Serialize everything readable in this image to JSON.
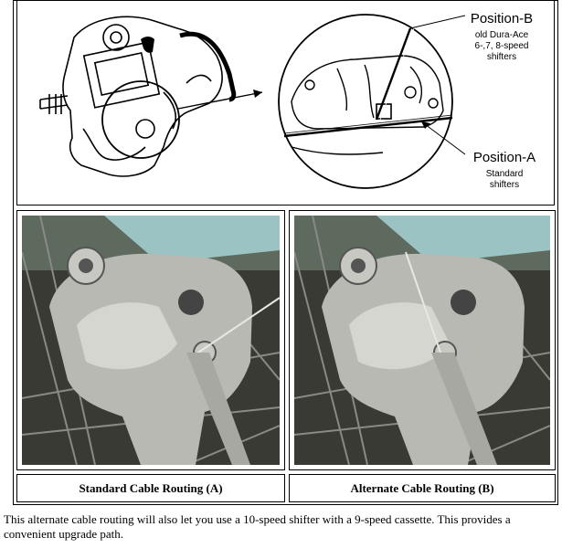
{
  "diagram": {
    "position_b": {
      "title": "Position-B",
      "line1": "old Dura-Ace",
      "line2": "6-,7, 8-speed",
      "line3": "shifters"
    },
    "position_a": {
      "title": "Position-A",
      "line1": "Standard",
      "line2": "shifters"
    }
  },
  "photos": [
    {
      "caption": "Standard Cable Routing (A)"
    },
    {
      "caption": "Alternate Cable Routing (B)"
    }
  ],
  "note": "This alternate cable routing will also let you use a 10-speed shifter with a 9-speed cassette. This provides a convenient upgrade path.",
  "colors": {
    "border": "#000000",
    "photo_bg": "#3a3a34",
    "metal": "#b9b9b4",
    "frame_tube": "#9cc3c3"
  }
}
